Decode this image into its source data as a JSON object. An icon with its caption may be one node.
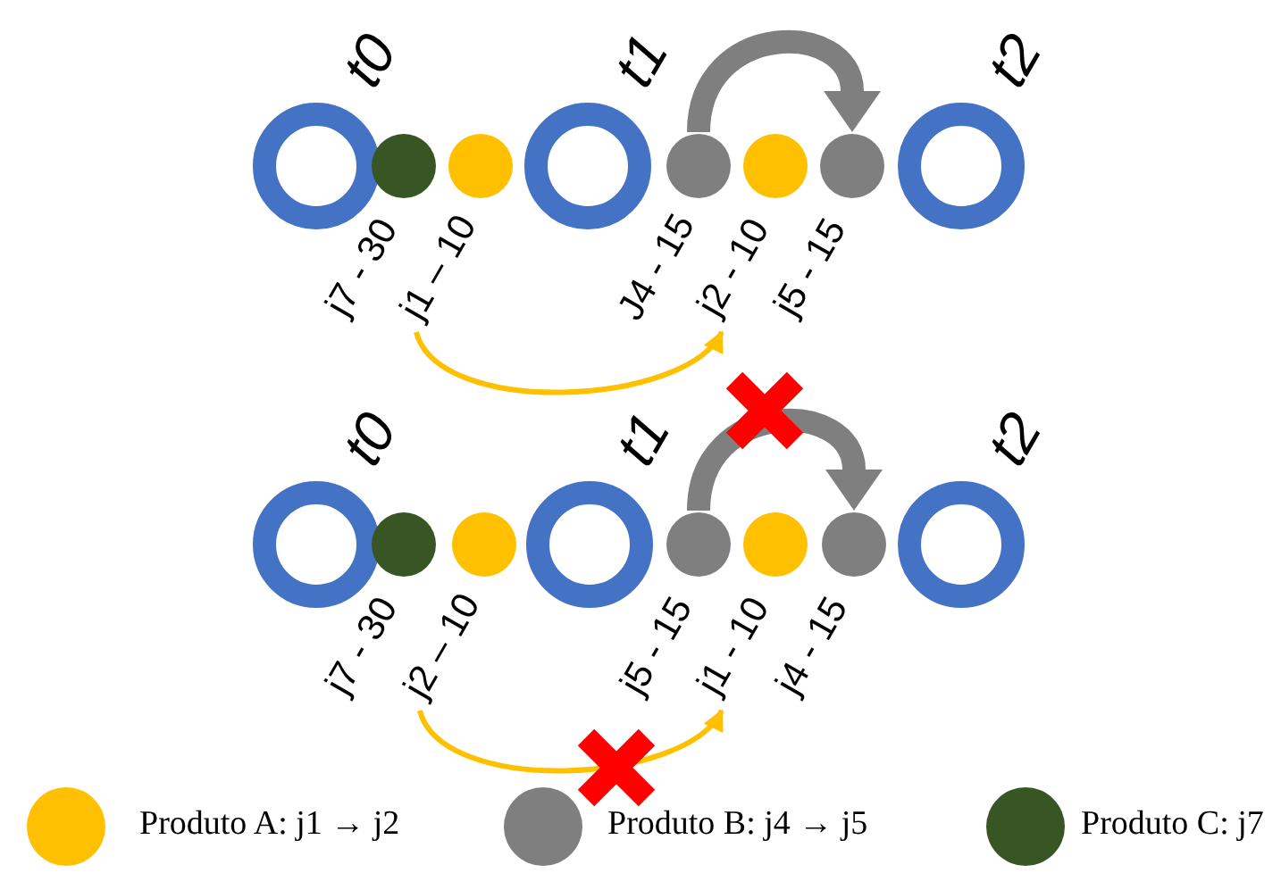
{
  "diagram": {
    "nodes": [
      {
        "text": [],
        "shape": "circle",
        "beside": [
          "t0"
        ]
      },
      {
        "text": [],
        "shape": "circle",
        "beside": [
          "j7 - 30"
        ]
      },
      {
        "text": [],
        "shape": "circle",
        "beside": [
          "j1 – 10"
        ]
      },
      {
        "text": [],
        "shape": "circle",
        "beside": [
          "t1"
        ]
      },
      {
        "text": [],
        "shape": "circle",
        "beside": [
          "J4 - 15"
        ]
      },
      {
        "text": [],
        "shape": "circle",
        "beside": [
          "j2 - 10"
        ]
      },
      {
        "text": [],
        "shape": "circle",
        "beside": [
          "j5 - 15"
        ]
      },
      {
        "text": [],
        "shape": "circle",
        "beside": [
          "t2"
        ]
      },
      {
        "text": [],
        "shape": "circle",
        "beside": [
          "t0"
        ]
      },
      {
        "text": [],
        "shape": "circle",
        "beside": [
          "j7 - 30"
        ]
      },
      {
        "text": [],
        "shape": "circle",
        "beside": [
          "j2 – 10"
        ]
      },
      {
        "text": [],
        "shape": "circle",
        "beside": [
          "t1"
        ]
      },
      {
        "text": [],
        "shape": "circle",
        "beside": [
          "j5 - 15"
        ]
      },
      {
        "text": [],
        "shape": "circle",
        "beside": [
          "j1 - 10"
        ]
      },
      {
        "text": [],
        "shape": "circle",
        "beside": [
          "j4 - 15"
        ]
      },
      {
        "text": [],
        "shape": "circle",
        "beside": [
          "t2"
        ]
      }
    ],
    "edges": [
      {
        "from": 4,
        "to": 6,
        "arrow": "to",
        "style": "thick",
        "color": "#7f7f7f"
      },
      {
        "from": 2,
        "to": 5,
        "arrow": "to",
        "color": "#ffc000"
      },
      {
        "from": 12,
        "to": 14,
        "arrow": "to",
        "style": "thick",
        "color": "#7f7f7f"
      },
      {
        "from": 10,
        "to": 13,
        "arrow": "to",
        "color": "#ffc000"
      }
    ],
    "legend": [
      {
        "text": "Produto A: j1 → j2",
        "color": "#ffc000"
      },
      {
        "text": "Produto B: j4 → j5",
        "color": "#7f7f7f"
      },
      {
        "text": "Produto C: j7",
        "color": "#375623"
      }
    ]
  }
}
